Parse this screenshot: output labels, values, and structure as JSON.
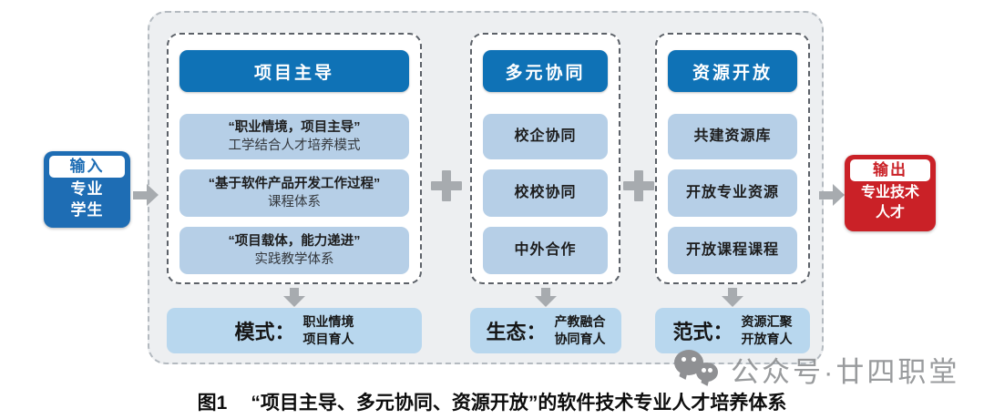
{
  "palette": {
    "header_blue": "#0f72b6",
    "item_blue": "#b6cfe7",
    "summary_blue": "#b8d7ee",
    "input_blue": "#1e6db4",
    "output_red": "#ca2127",
    "connector_gray": "#a7abaf",
    "container_bg": "#edeff1",
    "watermark_gray": "#87898c"
  },
  "input_node": {
    "badge": "输入",
    "lines": [
      "专业",
      "学生"
    ]
  },
  "output_node": {
    "badge": "输出",
    "lines": [
      "专业技术",
      "人才"
    ]
  },
  "columns": [
    {
      "header": "项目主导",
      "items": [
        {
          "line1": "“职业情境，项目主导”",
          "line2": "工学结合人才培养模式"
        },
        {
          "line1": "“基于软件产品开发工作过程”",
          "line2": "课程体系"
        },
        {
          "line1": "“项目载体，能力递进”",
          "line2": "实践教学体系"
        }
      ],
      "summary": {
        "label": "模式：",
        "lines": [
          "职业情境",
          "项目育人"
        ]
      }
    },
    {
      "header": "多元协同",
      "items": [
        {
          "line1": "校企协同"
        },
        {
          "line1": "校校协同"
        },
        {
          "line1": "中外合作"
        }
      ],
      "summary": {
        "label": "生态：",
        "lines": [
          "产教融合",
          "协同育人"
        ]
      }
    },
    {
      "header": "资源开放",
      "items": [
        {
          "line1": "共建资源库"
        },
        {
          "line1": "开放专业资源"
        },
        {
          "line1": "开放课程课程"
        }
      ],
      "summary": {
        "label": "范式：",
        "lines": [
          "资源汇聚",
          "开放育人"
        ]
      }
    }
  ],
  "caption": {
    "figure_label": "图1",
    "title": "“项目主导、多元协同、资源开放”的软件技术专业人才培养体系"
  },
  "watermark": {
    "text": "公众号·廿四职堂"
  }
}
